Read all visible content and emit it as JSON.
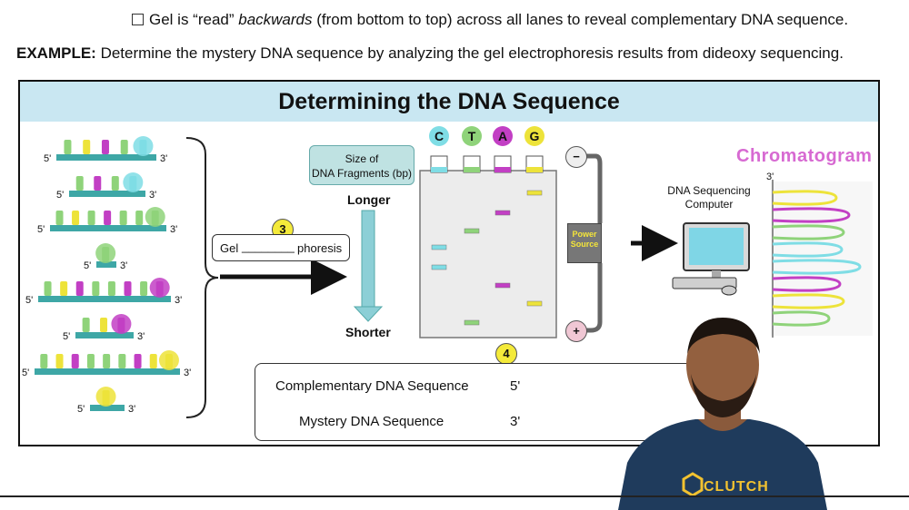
{
  "bullet_text_before": "Gel is “read” ",
  "bullet_text_em": "backwards",
  "bullet_text_after": " (from bottom to top) across all lanes to reveal complementary DNA sequence.",
  "example_label": "EXAMPLE:",
  "example_text": " Determine the mystery DNA sequence by analyzing the gel electrophoresis results from dideoxy sequencing.",
  "diagram": {
    "title": "Determining the DNA Sequence",
    "size_label_line1": "Size of",
    "size_label_line2": "DNA Fragments (bp)",
    "longer": "Longer",
    "shorter": "Shorter",
    "gel_prefix": "Gel",
    "gel_blank": "________",
    "gel_suffix": "phoresis",
    "step3": "3",
    "step4": "4",
    "lanes": [
      "C",
      "T",
      "A",
      "G"
    ],
    "minus": "−",
    "plus": "+",
    "power_line1": "Power",
    "power_line2": "Source",
    "computer_line1": "DNA Sequencing",
    "computer_line2": "Computer",
    "chromatogram": "Chromatogram",
    "chromatogram_3prime": "3'",
    "complementary_label": "Complementary DNA Sequence",
    "complementary_start": "5'",
    "mystery_label": "Mystery DNA Sequence",
    "mystery_start": "3'",
    "prime5": "5'",
    "prime3": "3'"
  },
  "shirt_logo": "CLUTCH",
  "colors": {
    "C": "#7fdde5",
    "T": "#8fd37a",
    "A": "#c23fc4",
    "G": "#ede33a",
    "strand": "#3ea7a6",
    "title_bar": "#c9e7f2"
  }
}
